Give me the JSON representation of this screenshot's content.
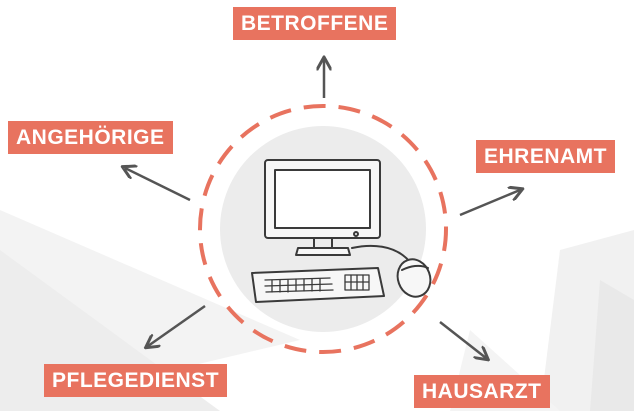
{
  "labels": {
    "betroffene": "BETROFFENE",
    "angehoerige": "ANGEHÖRIGE",
    "ehrenamt": "EHRENAMT",
    "pflegedienst": "PFLEGEDIENST",
    "hausarzt": "HAUSARZT"
  },
  "colors": {
    "accent": "#e8735f",
    "label_text": "#ffffff",
    "arrow": "#555555",
    "circle_fill": "#ececec",
    "background_shape": "#f2f2f2"
  },
  "icons": {
    "center": "desktop-computer-icon"
  }
}
